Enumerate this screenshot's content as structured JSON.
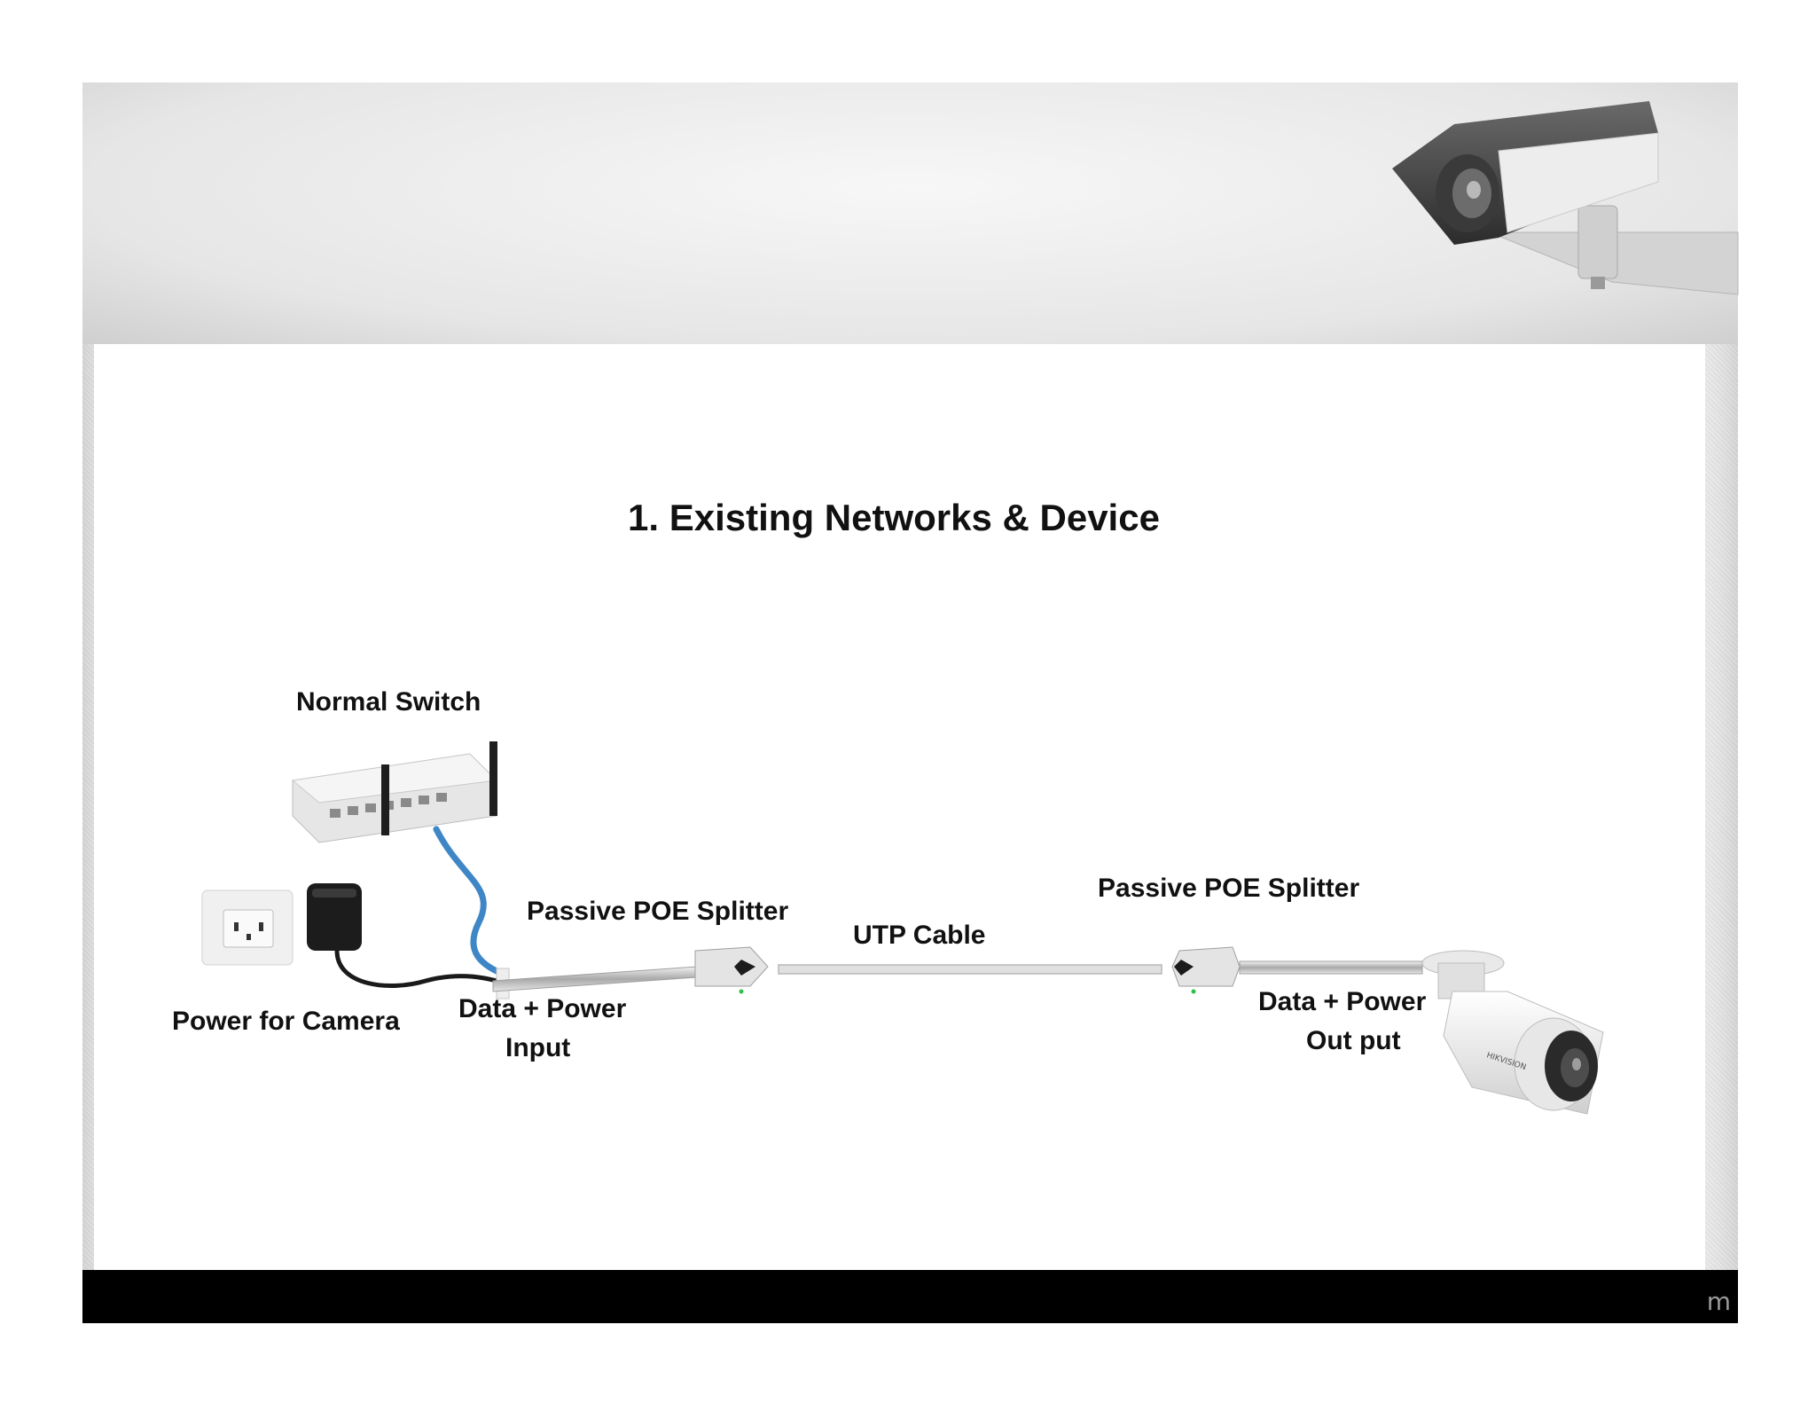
{
  "slide": {
    "title": "1. Existing Networks & Device",
    "corner_text": "m"
  },
  "labels": {
    "normal_switch": "Normal Switch",
    "power_for_camera": "Power for Camera",
    "data_power_input_line1": "Data + Power",
    "data_power_input_line2": "Input",
    "splitter_left": "Passive POE Splitter",
    "utp_cable": "UTP Cable",
    "splitter_right": "Passive POE Splitter",
    "data_power_output_line1": "Data + Power",
    "data_power_output_line2": "Out put"
  },
  "colors": {
    "patch_cable": "#3f86c7",
    "power_cable": "#1a1a1a",
    "utp_cable": "#b8b8b8",
    "device_gray": "#d9d9d9",
    "adapter_black": "#1c1c1c"
  }
}
